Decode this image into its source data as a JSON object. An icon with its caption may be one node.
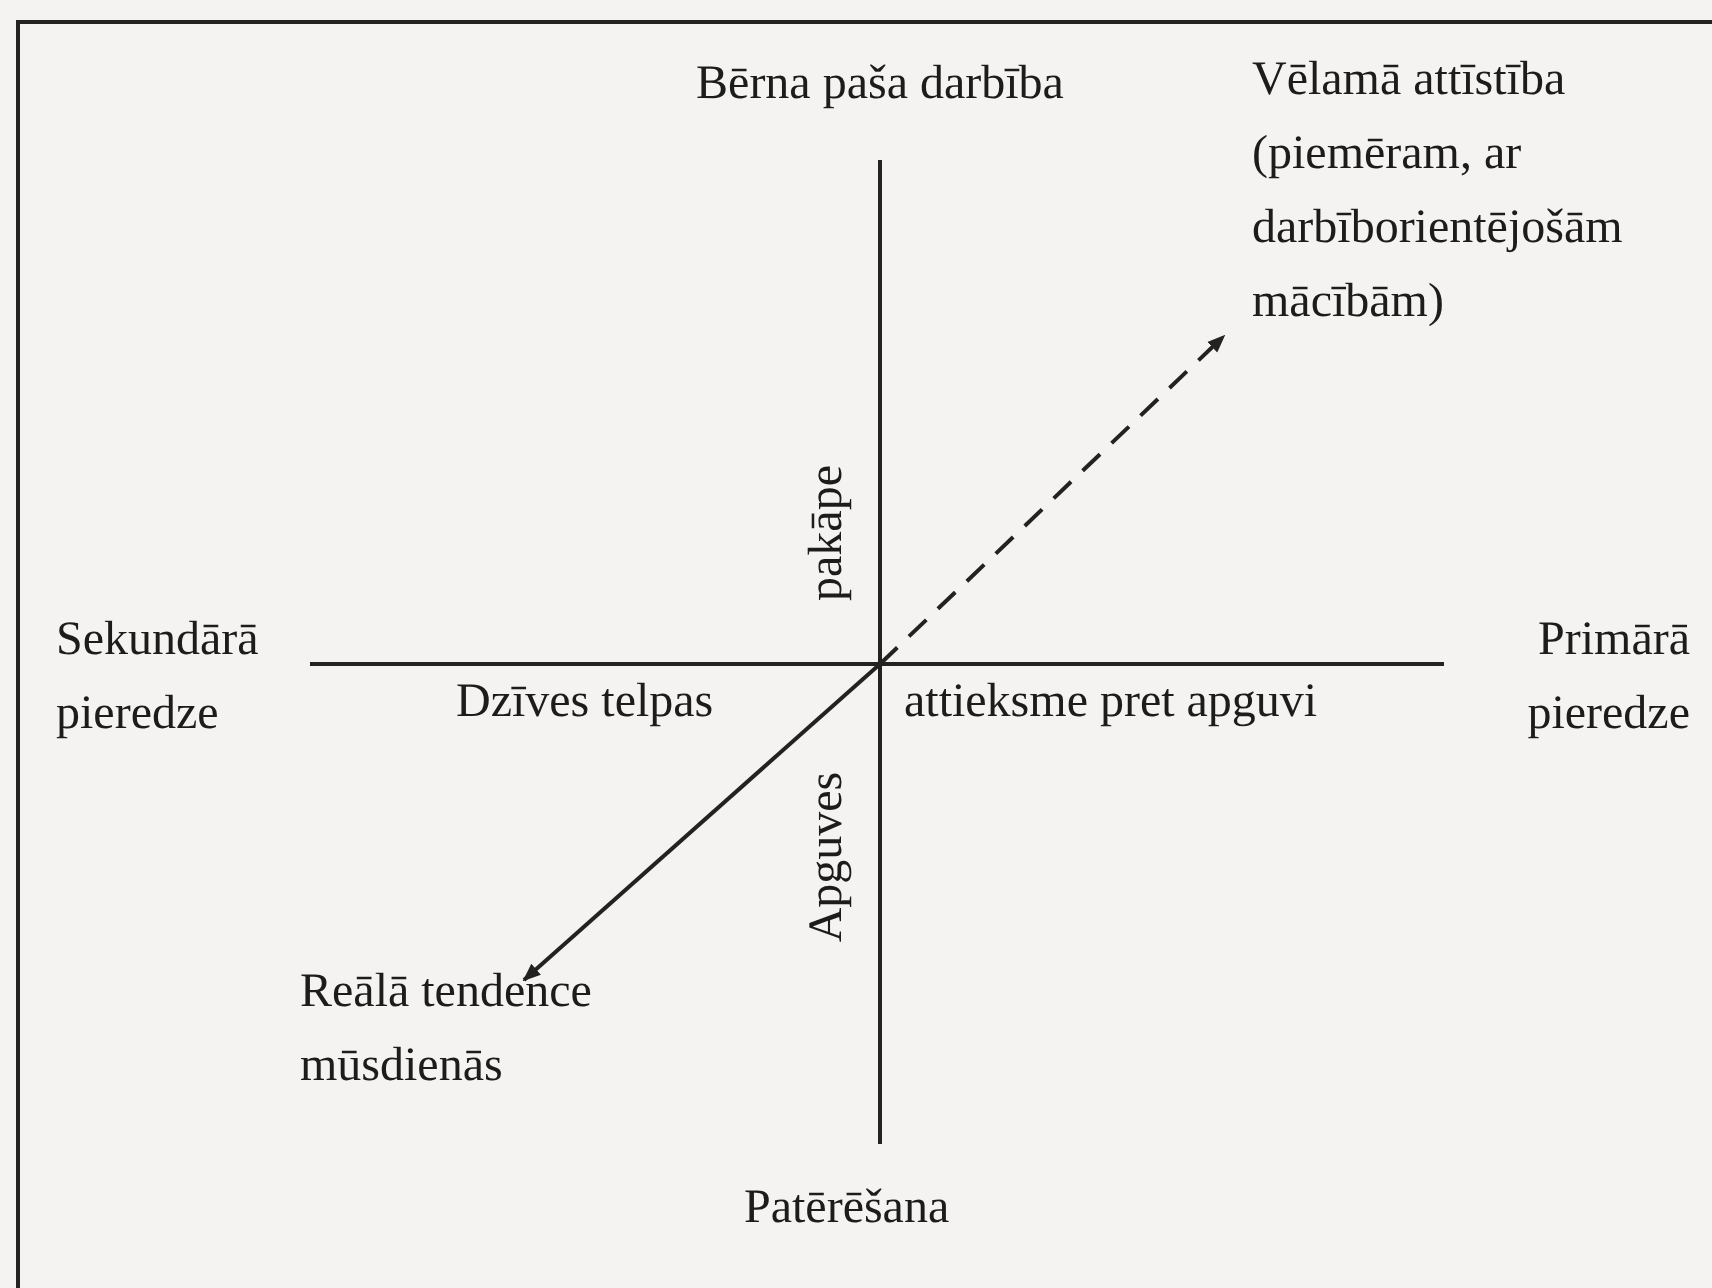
{
  "diagram": {
    "nodes": [
      {
        "text": [
          "Vēlamā attīstība (piemēram, ar darbīborientējošām mācībām)"
        ]
      },
      {
        "text": [
          "Reālā tendence mūsdienās"
        ]
      }
    ],
    "edges": [
      {
        "from": null,
        "to": 0,
        "arrow": "to",
        "style": "dashed"
      },
      {
        "from": null,
        "to": 1,
        "arrow": "to"
      }
    ],
    "labels": [
      "Bērna paša darbība",
      "pakāpe",
      "Sekundārā pieredze",
      "Primārā pieredze",
      "Dzīves telpas",
      "attieksme pret apguvi",
      "Apguves",
      "Patērēšana"
    ]
  }
}
